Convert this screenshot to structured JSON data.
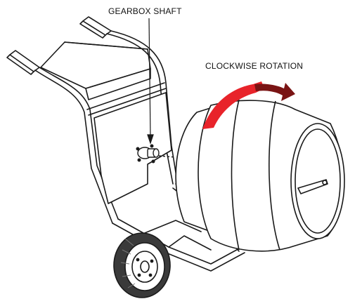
{
  "labels": {
    "gearbox_shaft": "GEARBOX SHAFT",
    "rotation": "CLOCKWISE ROTATION"
  },
  "colors": {
    "line": "#1a1a1a",
    "arrow_light": "#e8232a",
    "arrow_dark": "#7a1414",
    "tire": "#3a3a3a"
  },
  "icons": {
    "arrow": "curved-rotation-arrow",
    "pointer": "leader-arrow"
  }
}
